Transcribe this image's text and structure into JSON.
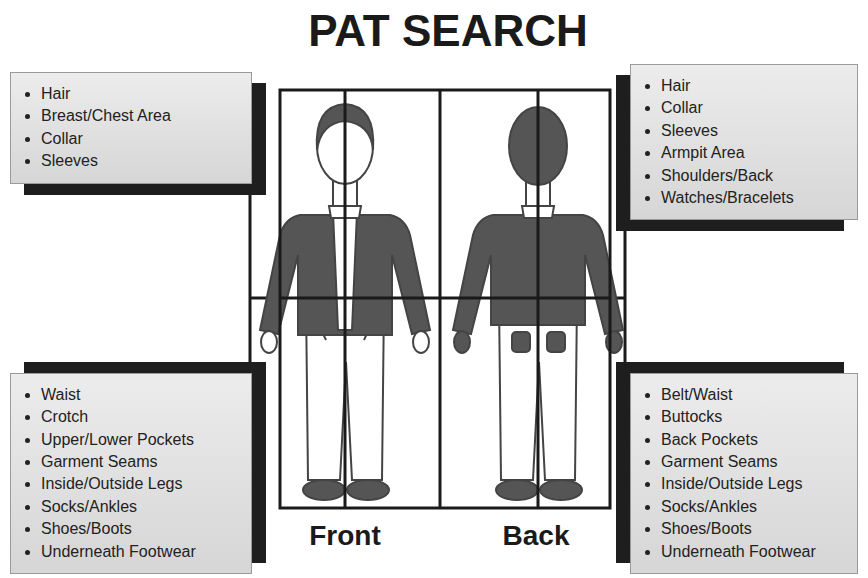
{
  "diagram": {
    "title": "PAT SEARCH",
    "nodes": [
      {
        "text": [
          "Hair",
          "Breast/Chest Area",
          "Collar",
          "Sleeves"
        ]
      },
      {
        "text": [
          "Hair",
          "Collar",
          "Sleeves",
          "Armpit Area",
          "Shoulders/Back",
          "Watches/Bracelets"
        ]
      },
      {
        "text": [
          "Waist",
          "Crotch",
          "Upper/Lower Pockets",
          "Garment Seams",
          "Inside/Outside Legs",
          "Socks/Ankles",
          "Shoes/Boots",
          "Underneath Footwear"
        ]
      },
      {
        "text": [
          "Belt/Waist",
          "Buttocks",
          "Back Pockets",
          "Garment Seams",
          "Inside/Outside Legs",
          "Socks/Ankles",
          "Shoes/Boots",
          "Underneath Footwear"
        ]
      }
    ],
    "labels": [
      "Front",
      "Back"
    ]
  }
}
